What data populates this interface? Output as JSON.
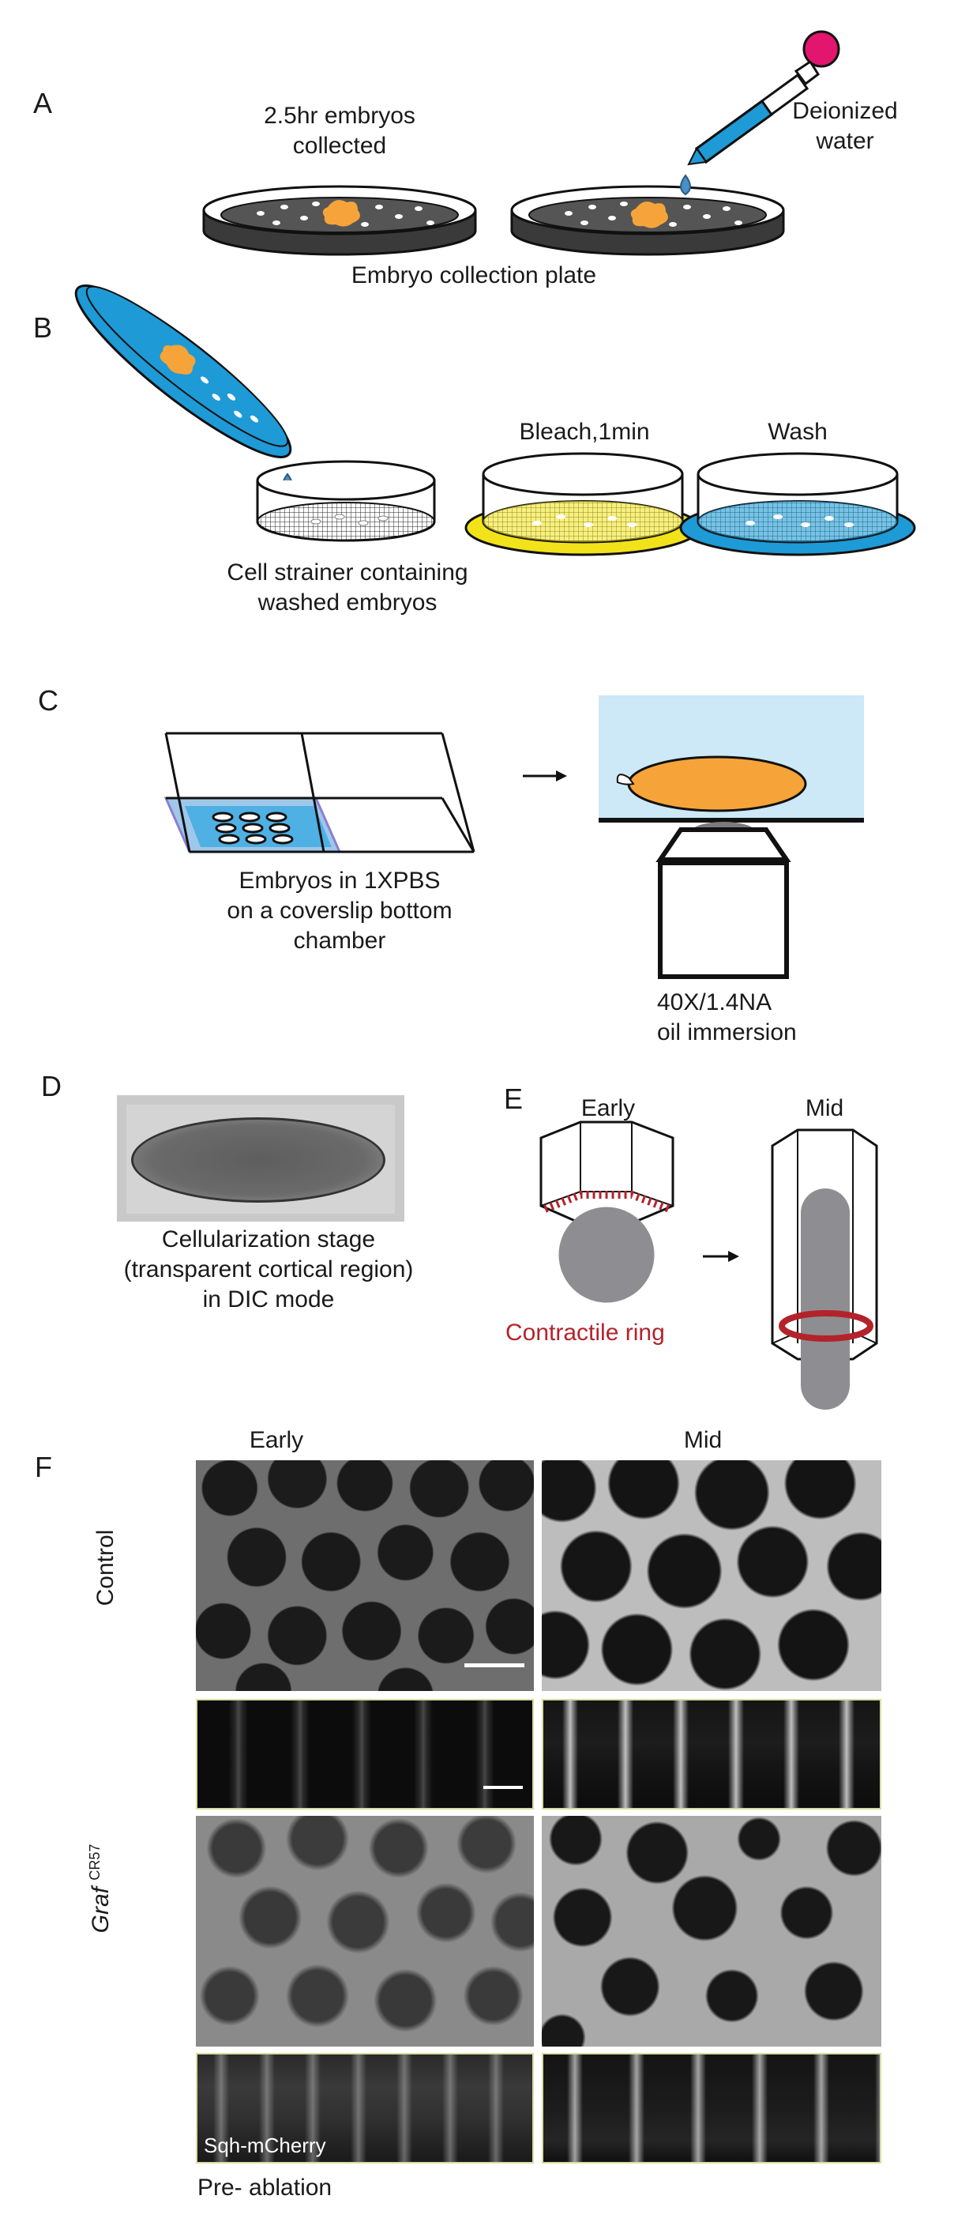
{
  "panels": {
    "a": {
      "letter": "A",
      "embryos_label": "2.5hr embryos\ncollected",
      "water_label": "Deionized\nwater",
      "plate_label": "Embryo collection plate"
    },
    "b": {
      "letter": "B",
      "strainer_label": "Cell strainer containing\nwashed embryos",
      "bleach_label": "Bleach,1min",
      "wash_label": "Wash"
    },
    "c": {
      "letter": "C",
      "chamber_label": "Embryos in 1XPBS\non a coverslip bottom\nchamber",
      "objective_label": "40X/1.4NA\noil immersion"
    },
    "d": {
      "letter": "D",
      "stage_label": "Cellularization stage\n(transparent cortical region)\nin DIC mode"
    },
    "e": {
      "letter": "E",
      "early_label": "Early",
      "mid_label": "Mid",
      "ring_label": "Contractile ring"
    },
    "f": {
      "letter": "F",
      "col_early": "Early",
      "col_mid": "Mid",
      "row_control": "Control",
      "row_graf": "Graf",
      "row_graf_sup": "CR57",
      "marker": "Sqh-mCherry",
      "condition": "Pre- ablation"
    }
  },
  "colors": {
    "strainer_blue": "#1e9ad6",
    "bleach_yellow": "#f2e21a",
    "embryo_orange": "#f6a43a",
    "ring_red": "#b3232b",
    "medium_light_blue": "#cde8f6",
    "pipette_pink": "#e2166e"
  }
}
